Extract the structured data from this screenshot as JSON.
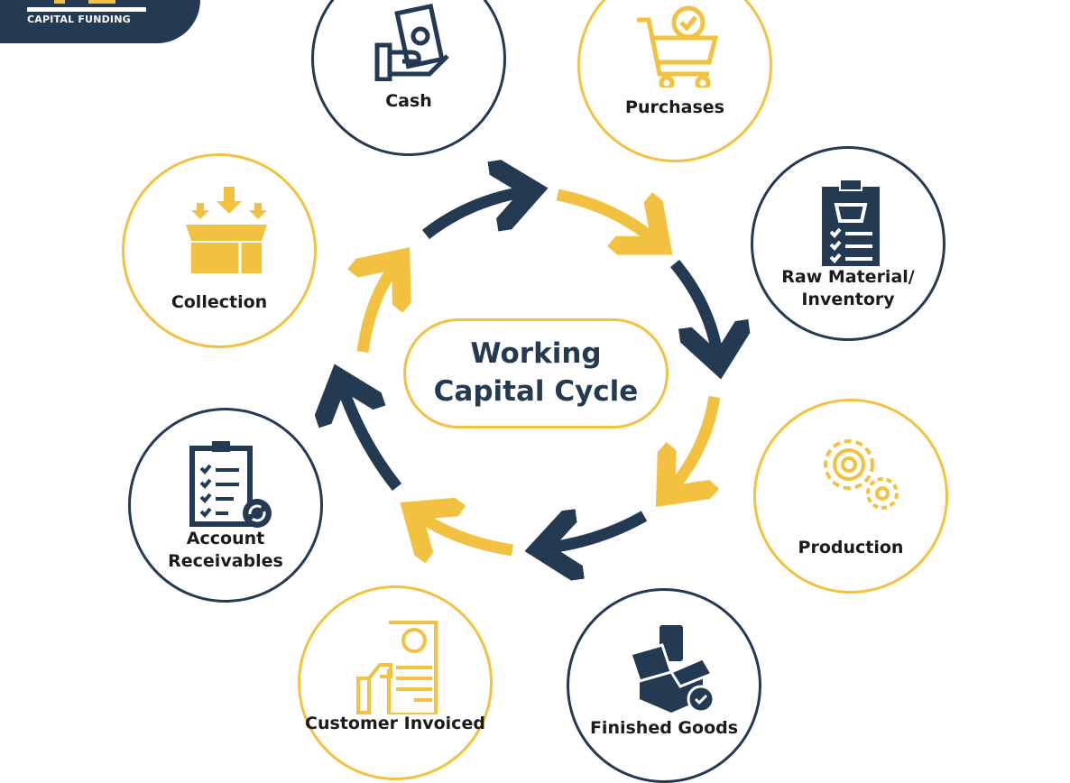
{
  "logo": {
    "text": "CAPITAL FUNDING"
  },
  "center": {
    "line1": "Working",
    "line2": "Capital Cycle"
  },
  "nodes": [
    {
      "label": "Cash",
      "icon": "cash-hand-icon"
    },
    {
      "label": "Purchases",
      "icon": "shopping-cart-icon"
    },
    {
      "label": "Raw Material/ Inventory",
      "icon": "clipboard-inventory-icon"
    },
    {
      "label": "Production",
      "icon": "gears-icon"
    },
    {
      "label": "Finished Goods",
      "icon": "box-check-icon"
    },
    {
      "label": "Customer Invoiced",
      "icon": "invoice-hand-icon"
    },
    {
      "label": "Account Receivables",
      "icon": "clipboard-refresh-icon"
    },
    {
      "label": "Collection",
      "icon": "box-incoming-icon"
    }
  ],
  "colors": {
    "dark": "#243a52",
    "gold": "#f2c13f"
  }
}
